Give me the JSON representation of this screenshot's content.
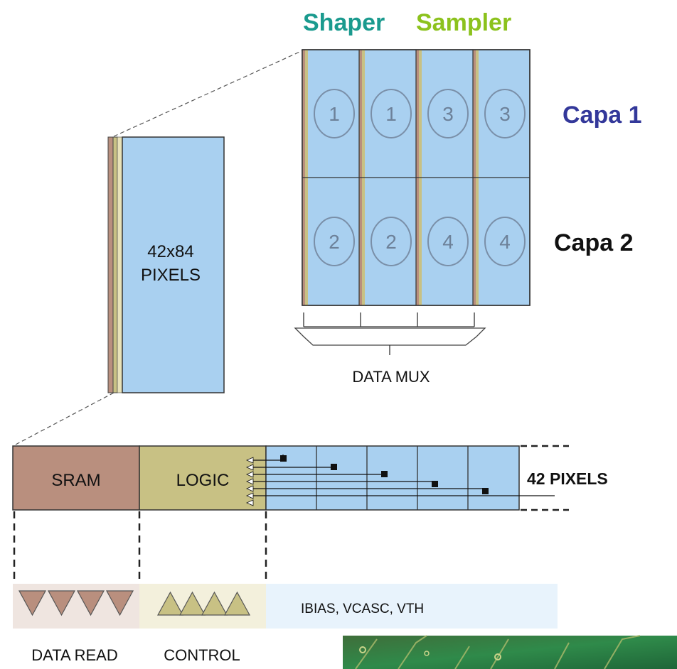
{
  "header": {
    "shaper": "Shaper",
    "sampler": "Sampler",
    "shaper_color": "#1a9a8e",
    "sampler_color": "#8cc21d"
  },
  "layers": {
    "capa1": "Capa 1",
    "capa2": "Capa 2",
    "capa1_color": "#33389a",
    "capa2_color": "#111111"
  },
  "pixel_block": {
    "line1": "42x84",
    "line2": "PIXELS"
  },
  "grid": {
    "top_row": [
      "1",
      "1",
      "3",
      "3"
    ],
    "bottom_row": [
      "2",
      "2",
      "4",
      "4"
    ],
    "mux_label": "DATA MUX"
  },
  "strip": {
    "sram": "SRAM",
    "logic": "LOGIC",
    "pixels_label": "42 PIXELS"
  },
  "bottom": {
    "data_read": "DATA READ",
    "control": "CONTROL",
    "bias_label": "IBIAS, VCASC, VTH"
  },
  "colors": {
    "pixel_blue": "#a9d0f0",
    "sram_brown": "#b98f7e",
    "logic_olive": "#c8c184",
    "outline": "#222222"
  }
}
